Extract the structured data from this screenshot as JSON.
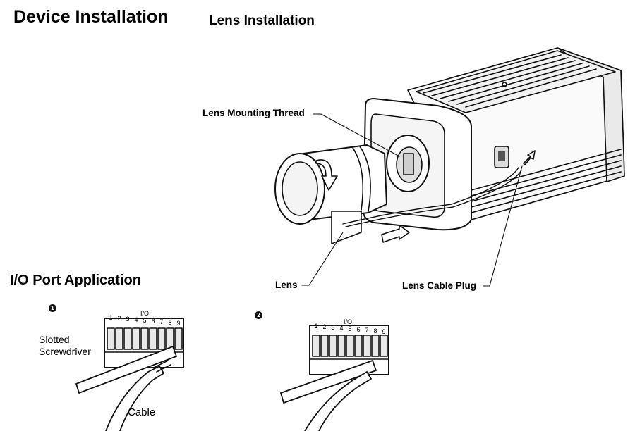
{
  "headings": {
    "device_installation": "Device Installation",
    "lens_installation": "Lens Installation",
    "io_port_application": "I/O Port Application"
  },
  "callouts": {
    "lens_mounting_thread": "Lens Mounting Thread",
    "lens": "Lens",
    "lens_cable_plug": "Lens Cable Plug"
  },
  "io_port": {
    "step1_marker": "1",
    "step2_marker": "2",
    "io_label": "I/O",
    "pins": [
      "1",
      "2",
      "3",
      "4",
      "5",
      "6",
      "7",
      "8",
      "9"
    ],
    "slotted_screwdriver": "Slotted\nScrewdriver",
    "cable": "Cable"
  }
}
